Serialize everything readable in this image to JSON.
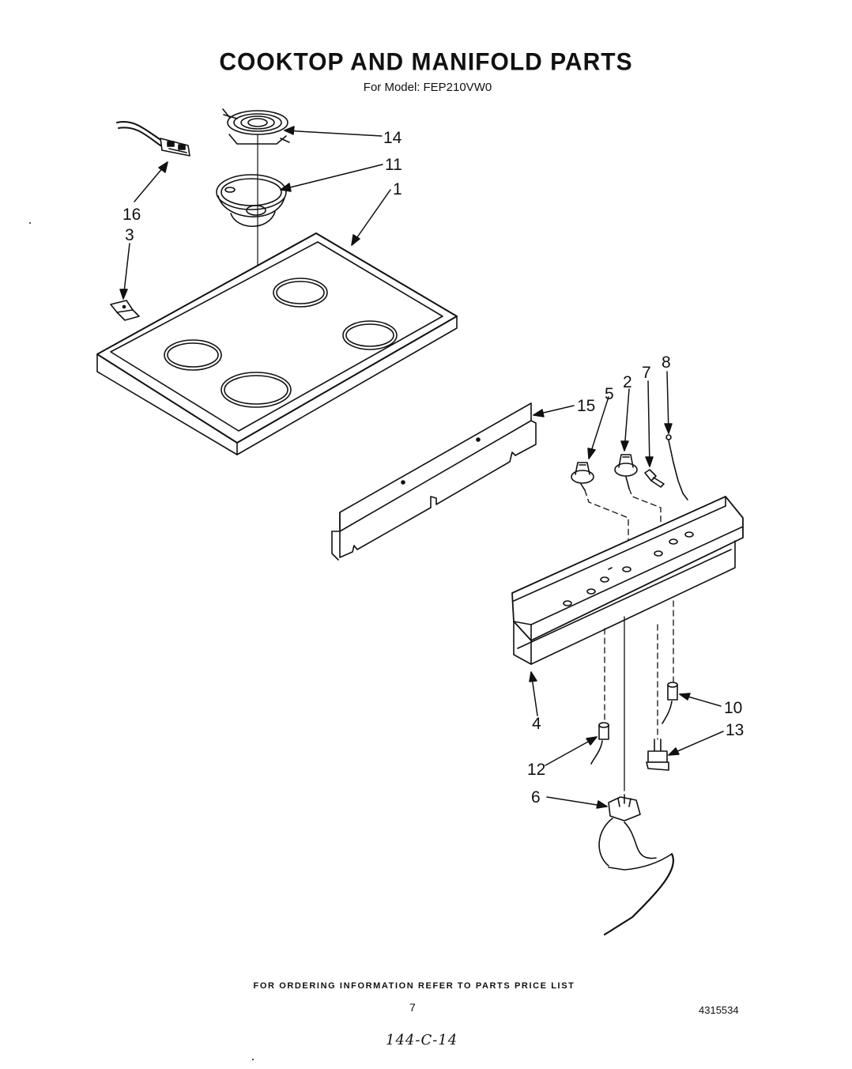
{
  "header": {
    "title": "COOKTOP AND  MANIFOLD PARTS",
    "model_label": "For Model:",
    "model_number": "FEP210VW0"
  },
  "callouts": {
    "c1": "1",
    "c2": "2",
    "c3": "3",
    "c4": "4",
    "c5": "5",
    "c6": "6",
    "c7": "7",
    "c8": "8",
    "c10": "10",
    "c11": "11",
    "c12": "12",
    "c13": "13",
    "c14": "14",
    "c15": "15",
    "c16": "16"
  },
  "footer": {
    "ordering_info": "FOR ORDERING INFORMATION REFER TO PARTS PRICE LIST",
    "page_number": "7",
    "document_number": "4315534",
    "handwritten_note": "144-C-14"
  }
}
